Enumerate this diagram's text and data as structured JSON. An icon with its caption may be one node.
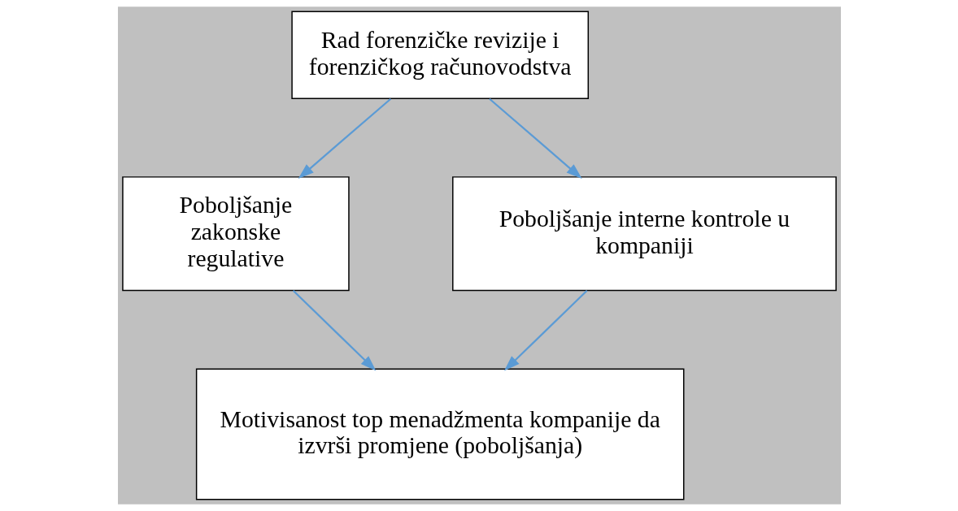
{
  "diagram": {
    "nodes": [
      {
        "text": [
          "Rad forenzičke revizije i forenzičkog računovodstva"
        ]
      },
      {
        "text": [
          "Poboljšanje zakonske regulative"
        ]
      },
      {
        "text": [
          "Poboljšanje interne kontrole u kompaniji"
        ]
      },
      {
        "text": [
          "Motivisanost top menadžmenta kompanije da izvrši promjene (poboljšanja)"
        ]
      }
    ],
    "edges": [
      {
        "from": 0,
        "to": 1,
        "arrow": "to"
      },
      {
        "from": 0,
        "to": 2,
        "arrow": "to"
      },
      {
        "from": 1,
        "to": 3,
        "arrow": "to"
      },
      {
        "from": 2,
        "to": 3,
        "arrow": "to"
      }
    ]
  }
}
